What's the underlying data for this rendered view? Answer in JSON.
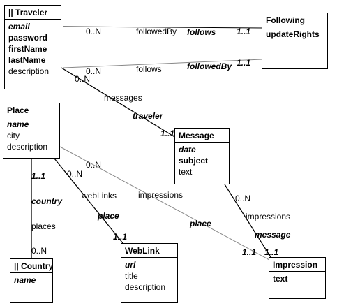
{
  "classes": {
    "traveler": {
      "name": "|| Traveler",
      "attributes": [
        {
          "text": "email",
          "style": "bold-italic"
        },
        {
          "text": "password",
          "style": "bold"
        },
        {
          "text": "firstName",
          "style": "bold"
        },
        {
          "text": "lastName",
          "style": "bold"
        },
        {
          "text": "description",
          "style": "normal"
        }
      ]
    },
    "following": {
      "name": "Following",
      "attributes": [
        {
          "text": "updateRights",
          "style": "bold"
        }
      ]
    },
    "place": {
      "name": "Place",
      "attributes": [
        {
          "text": "name",
          "style": "bold-italic"
        },
        {
          "text": "city",
          "style": "normal"
        },
        {
          "text": "description",
          "style": "normal"
        }
      ]
    },
    "message": {
      "name": "Message",
      "attributes": [
        {
          "text": "date",
          "style": "bold-italic"
        },
        {
          "text": "subject",
          "style": "bold"
        },
        {
          "text": "text",
          "style": "normal"
        }
      ]
    },
    "country": {
      "name": "|| Country",
      "attributes": [
        {
          "text": "name",
          "style": "bold-italic"
        }
      ]
    },
    "weblink": {
      "name": "WebLink",
      "attributes": [
        {
          "text": "url",
          "style": "bold-italic"
        },
        {
          "text": "title",
          "style": "normal"
        },
        {
          "text": "description",
          "style": "normal"
        }
      ]
    },
    "impression": {
      "name": "Impression",
      "attributes": [
        {
          "text": "text",
          "style": "bold"
        }
      ]
    }
  },
  "associations": {
    "followedBy": {
      "mult_src": "0..N",
      "name": "followedBy",
      "role": "follows",
      "mult_dst": "1..1"
    },
    "follows": {
      "mult_src": "0..N",
      "name": "follows",
      "role": "followedBy",
      "mult_dst": "1..1"
    },
    "messages": {
      "mult_src": "0..N",
      "name": "messages",
      "role": "traveler",
      "mult_dst": "1..1"
    },
    "places": {
      "mult_src": "1..1",
      "role": "country",
      "name": "places",
      "mult_dst": "0..N"
    },
    "webLinks": {
      "mult_src": "0..N",
      "name": "webLinks",
      "role": "place",
      "mult_dst": "1..1"
    },
    "place_impressions": {
      "mult_src": "0..N",
      "name": "impressions",
      "role": "place",
      "mult_dst": "1..1"
    },
    "message_impressions": {
      "mult_src": "0..N",
      "name": "impressions",
      "role": "message",
      "mult_dst": "1..1"
    }
  }
}
